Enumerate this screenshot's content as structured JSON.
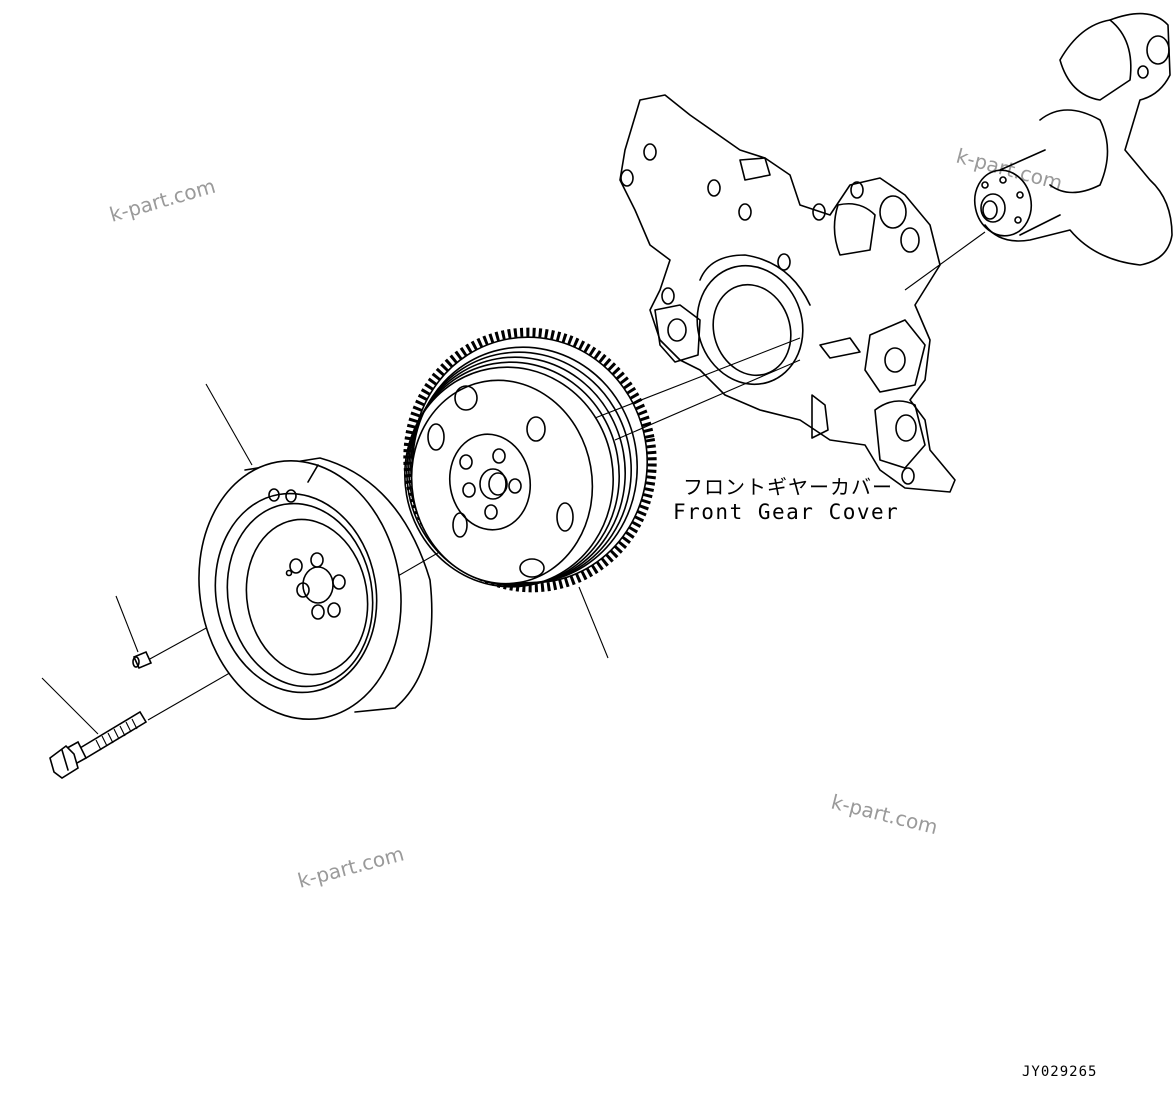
{
  "labels": {
    "front_gear_cover_jp": "フロントギヤーカバー",
    "front_gear_cover_en": "Front Gear Cover"
  },
  "drawing_code": "JY029265",
  "watermarks": [
    "k-part.com",
    "k-part.com",
    "k-part.com",
    "k-part.com"
  ]
}
